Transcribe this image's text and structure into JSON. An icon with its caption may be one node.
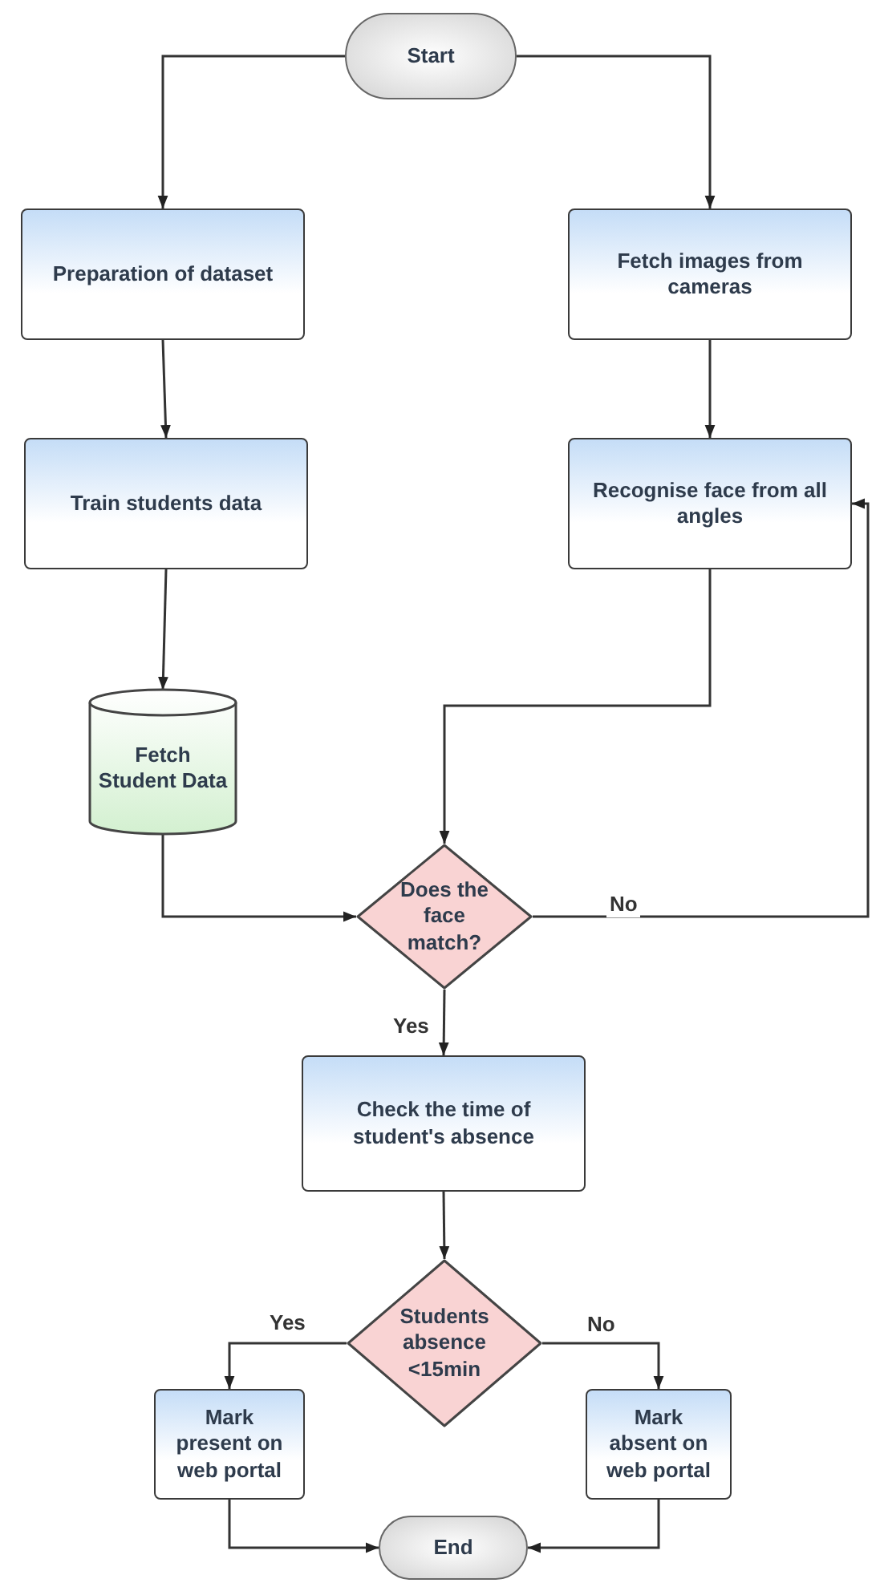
{
  "diagram": {
    "nodes": [
      {
        "text": [
          "Start"
        ]
      },
      {
        "text": [
          "Preparation of dataset"
        ]
      },
      {
        "text": [
          "Fetch images from cameras"
        ]
      },
      {
        "text": [
          "Train students data"
        ]
      },
      {
        "text": [
          "Recognise face from all angles"
        ]
      },
      {
        "text": [
          "Fetch Student Data"
        ]
      },
      {
        "text": [
          "Does the face match?"
        ]
      },
      {
        "text": [
          "Check the time of student's absence"
        ]
      },
      {
        "text": [
          "Students absence <15min"
        ]
      },
      {
        "text": [
          "Mark present on web portal"
        ]
      },
      {
        "text": [
          "Mark absent on web portal"
        ]
      },
      {
        "text": [
          "End"
        ]
      }
    ],
    "edges": [
      {
        "from": 0,
        "to": 1,
        "arrow": "to"
      },
      {
        "from": 0,
        "to": 2,
        "arrow": "to"
      },
      {
        "from": 1,
        "to": 3,
        "arrow": "to"
      },
      {
        "from": 2,
        "to": 4,
        "arrow": "to"
      },
      {
        "from": 3,
        "to": 5,
        "arrow": "to"
      },
      {
        "from": 4,
        "to": 6,
        "arrow": "to"
      },
      {
        "from": 5,
        "to": 6,
        "arrow": "to"
      },
      {
        "from": 6,
        "to": 4,
        "arrow": "to",
        "label": "No"
      },
      {
        "from": 6,
        "to": 7,
        "arrow": "to",
        "label": "Yes"
      },
      {
        "from": 7,
        "to": 8,
        "arrow": "to"
      },
      {
        "from": 8,
        "to": 9,
        "arrow": "to",
        "label": "Yes"
      },
      {
        "from": 8,
        "to": 10,
        "arrow": "to",
        "label": "No"
      },
      {
        "from": 9,
        "to": 11,
        "arrow": "to"
      },
      {
        "from": 10,
        "to": 11,
        "arrow": "to"
      }
    ]
  }
}
